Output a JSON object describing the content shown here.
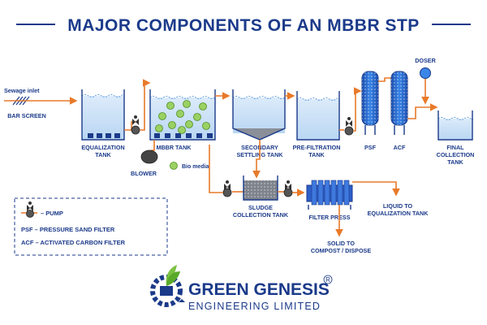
{
  "title": "MAJOR COMPONENTS OF AN MBBR STP",
  "labels": {
    "sewage_inlet": "Sewage inlet",
    "bar_screen": "BAR SCREEN",
    "equalization_l1": "EQUALIZATION",
    "equalization_l2": "TANK",
    "blower": "BLOWER",
    "mbbr_tank": "MBBR TANK",
    "bio_media": "Bio media",
    "secondary_l1": "SECONDARY",
    "secondary_l2": "SETTLING TANK",
    "prefiltration_l1": "PRE-FILTRATION",
    "prefiltration_l2": "TANK",
    "psf": "PSF",
    "acf": "ACF",
    "doser": "DOSER",
    "final_l1": "FINAL",
    "final_l2": "COLLECTION",
    "final_l3": "TANK",
    "sludge_l1": "SLUDGE",
    "sludge_l2": "COLLECTION TANK",
    "filter_press": "FILTER PRESS",
    "liquid_l1": "LIQUID TO",
    "liquid_l2": "EQUALIZATION TANK",
    "solid_l1": "SOLID TO",
    "solid_l2": "COMPOST / DISPOSE"
  },
  "legend": {
    "pump": "– PUMP",
    "psf": "PSF – PRESSURE SAND FILTER",
    "acf": "ACF – ACTIVATED CARBON FILTER"
  },
  "logo": {
    "name": "GREEN GENESIS",
    "sub": "ENGINEERING LIMITED",
    "reg": "R"
  },
  "colors": {
    "navy": "#1b3a8a",
    "pipe": "#e87a2a",
    "water": "#cfe3f7",
    "green": "#7cc243",
    "filter": "#2d6fd6"
  }
}
